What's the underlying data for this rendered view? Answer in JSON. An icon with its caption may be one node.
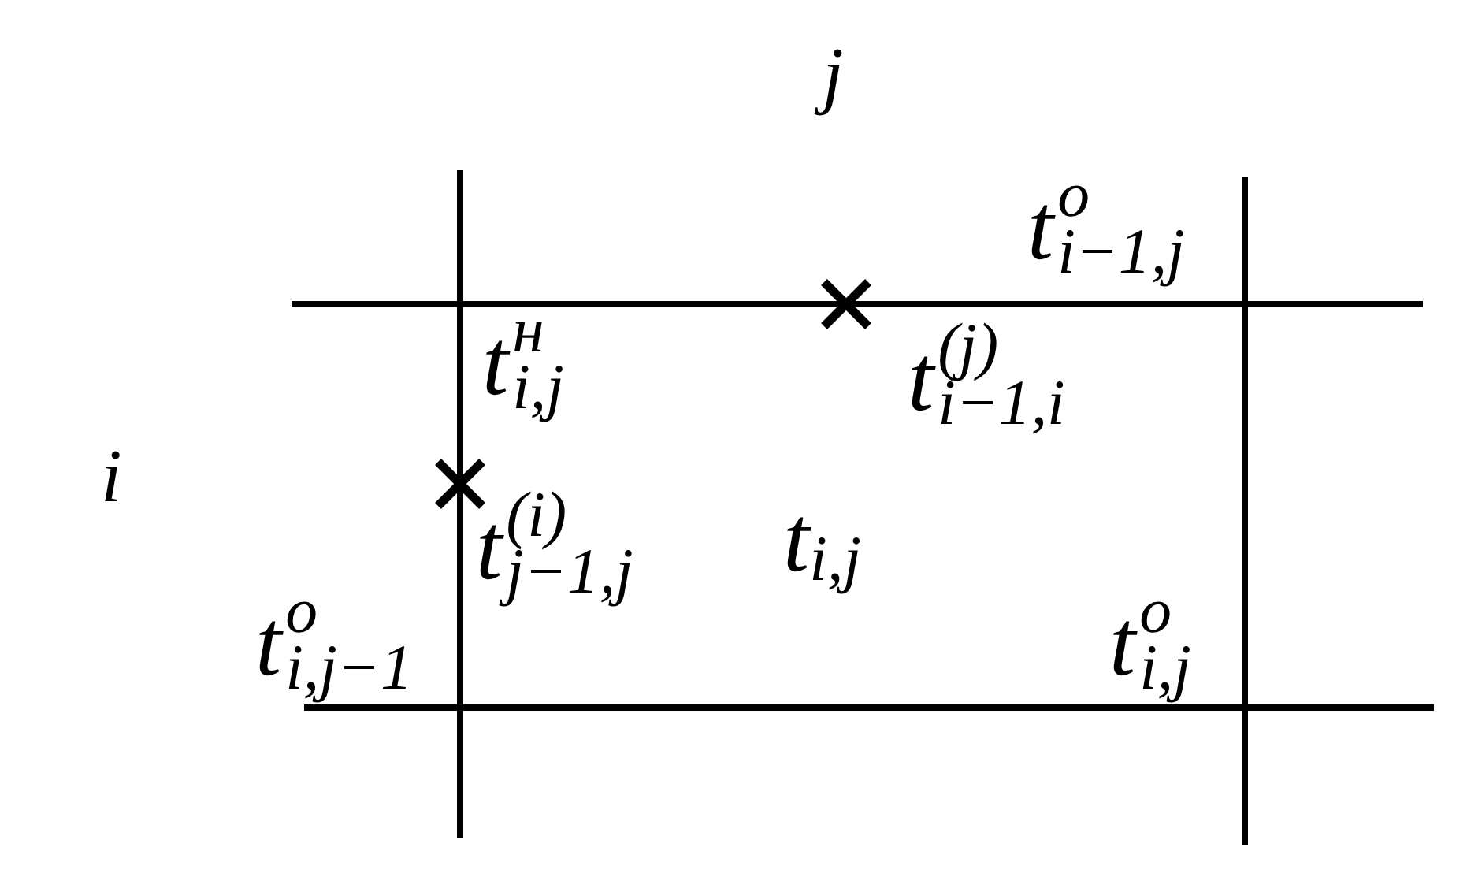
{
  "diagram": {
    "labels": [
      "j",
      "t$^{o}$$_{i−1,j}$",
      "t$^{н}$$_{i,j}$",
      "t$^{(j)}$$_{i−1,i}$",
      "i",
      "t$^{(i)}$$_{j−1,j}$",
      "t$_{i,j}$",
      "t$^{o}$$_{i,j−1}$",
      "t$^{o}$$_{i,j}$"
    ]
  }
}
